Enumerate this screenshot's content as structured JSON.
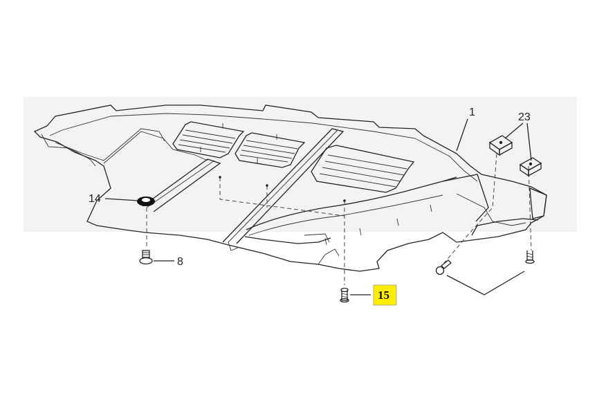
{
  "callouts": {
    "c1": "1",
    "c23": "23",
    "c14": "14",
    "c8": "8",
    "c15": "15"
  },
  "colors": {
    "background": "#ffffff",
    "panel_shade": "#f2f2f2",
    "line": "#222222",
    "highlight": "#ffee00"
  }
}
